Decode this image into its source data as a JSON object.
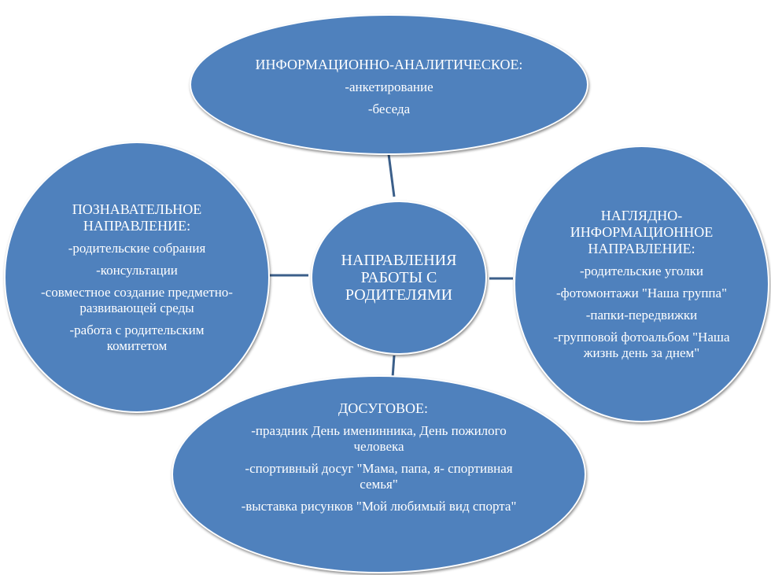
{
  "center": {
    "title": "НАПРАВЛЕНИЯ РАБОТЫ С РОДИТЕЛЯМИ"
  },
  "top": {
    "title": "ИНФОРМАЦИОННО-АНАЛИТИЧЕСКОЕ:",
    "items": [
      "-анкетирование",
      "-беседа"
    ]
  },
  "left": {
    "title": "ПОЗНАВАТЕЛЬНОЕ НАПРАВЛЕНИЕ:",
    "items": [
      "-родительские собрания",
      "-консультации",
      "-совместное создание предметно-развивающей среды",
      "-работа с родительским комитетом"
    ]
  },
  "right": {
    "title": "НАГЛЯДНО-ИНФОРМАЦИОННОЕ НАПРАВЛЕНИЕ:",
    "items": [
      "-родительские уголки",
      "-фотомонтажи \"Наша группа\"",
      "-папки-передвижки",
      "-групповой фотоальбом \"Наша жизнь день за днем\""
    ]
  },
  "bottom": {
    "title": "ДОСУГОВОЕ:",
    "items": [
      "-праздник День именинника, День пожилого человека",
      "-спортивный досуг \"Мама, папа, я- спортивная семья\"",
      "-выставка рисунков \"Мой любимый вид спорта\""
    ]
  },
  "colors": {
    "node_fill": "#4f81bd",
    "connector": "#3b5f8a",
    "text": "#ffffff"
  }
}
